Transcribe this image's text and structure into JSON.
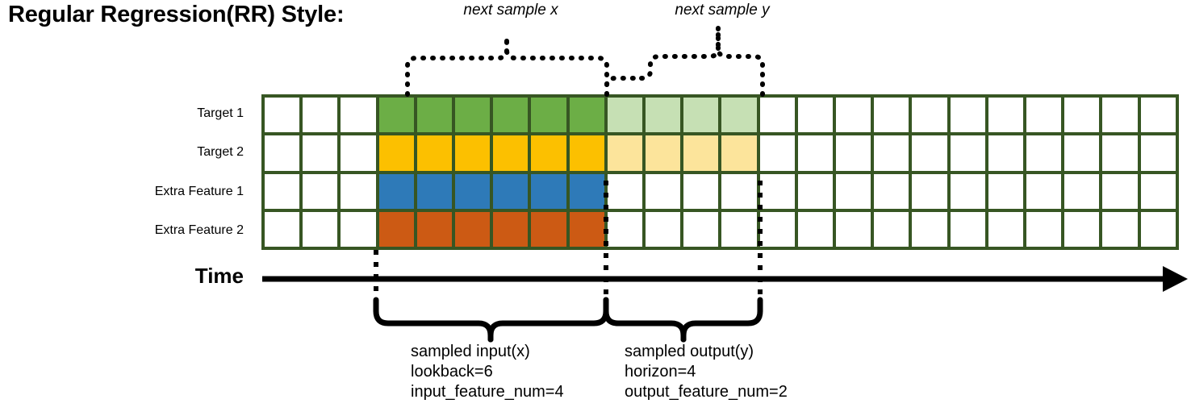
{
  "title": "Regular Regression(RR) Style:",
  "colors": {
    "grid_border": "#375623",
    "dark_green": "#6cae46",
    "light_green": "#c6e0b4",
    "yellow": "#fcc000",
    "light_yellow": "#fce49b",
    "blue": "#2e7ab8",
    "orange": "#cc5a14",
    "line": "#000000",
    "background": "#ffffff"
  },
  "grid": {
    "columns": 24,
    "rows": [
      {
        "label": "Target 1",
        "cells": [
          "empty",
          "empty",
          "empty",
          "dark_green",
          "dark_green",
          "dark_green",
          "dark_green",
          "dark_green",
          "dark_green",
          "light_green",
          "light_green",
          "light_green",
          "light_green",
          "empty",
          "empty",
          "empty",
          "empty",
          "empty",
          "empty",
          "empty",
          "empty",
          "empty",
          "empty",
          "empty"
        ]
      },
      {
        "label": "Target 2",
        "cells": [
          "empty",
          "empty",
          "empty",
          "yellow",
          "yellow",
          "yellow",
          "yellow",
          "yellow",
          "yellow",
          "light_yellow",
          "light_yellow",
          "light_yellow",
          "light_yellow",
          "empty",
          "empty",
          "empty",
          "empty",
          "empty",
          "empty",
          "empty",
          "empty",
          "empty",
          "empty",
          "empty"
        ]
      },
      {
        "label": "Extra Feature 1",
        "cells": [
          "empty",
          "empty",
          "empty",
          "blue",
          "blue",
          "blue",
          "blue",
          "blue",
          "blue",
          "empty",
          "empty",
          "empty",
          "empty",
          "empty",
          "empty",
          "empty",
          "empty",
          "empty",
          "empty",
          "empty",
          "empty",
          "empty",
          "empty",
          "empty"
        ]
      },
      {
        "label": "Extra Feature 2",
        "cells": [
          "empty",
          "empty",
          "empty",
          "orange",
          "orange",
          "orange",
          "orange",
          "orange",
          "orange",
          "empty",
          "empty",
          "empty",
          "empty",
          "empty",
          "empty",
          "empty",
          "empty",
          "empty",
          "empty",
          "empty",
          "empty",
          "empty",
          "empty",
          "empty"
        ]
      }
    ]
  },
  "axis": {
    "label": "Time"
  },
  "top_braces": [
    {
      "label": "next sample x"
    },
    {
      "label": "next sample y"
    }
  ],
  "bottom_braces": [
    {
      "title": "sampled input(x)",
      "line2": "lookback=6",
      "line3": "input_feature_num=4"
    },
    {
      "title": "sampled output(y)",
      "line2": "horizon=4",
      "line3": "output_feature_num=2"
    }
  ]
}
